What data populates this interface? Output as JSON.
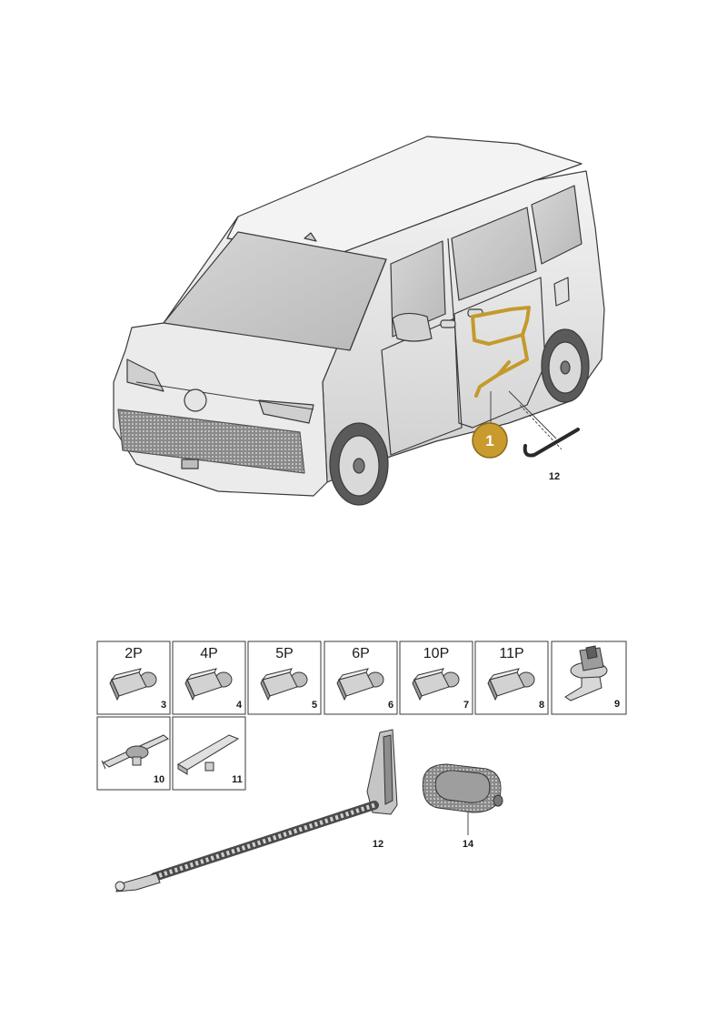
{
  "colors": {
    "harness": "#c49a2c",
    "badge": "#c99a2e",
    "badge_border": "#8a6a1a",
    "body_light": "#f0f0f0",
    "body_mid": "#d8d8d8",
    "body_dark": "#a9a9a9",
    "line": "#3a3a3a"
  },
  "callouts": {
    "main_part": "1",
    "rod_label": "12"
  },
  "connectors": [
    {
      "pins": "2P",
      "number": "3",
      "icon": "connector-2p-icon"
    },
    {
      "pins": "4P",
      "number": "4",
      "icon": "connector-4p-icon"
    },
    {
      "pins": "5P",
      "number": "5",
      "icon": "connector-5p-icon"
    },
    {
      "pins": "6P",
      "number": "6",
      "icon": "connector-6p-icon"
    },
    {
      "pins": "10P",
      "number": "7",
      "icon": "connector-10p-icon"
    },
    {
      "pins": "11P",
      "number": "8",
      "icon": "connector-11p-icon"
    }
  ],
  "clips": [
    {
      "number": "9",
      "icon": "grommet-clip-icon"
    },
    {
      "number": "10",
      "icon": "cable-tie-clip-icon"
    },
    {
      "number": "11",
      "icon": "flat-retainer-clip-icon"
    }
  ],
  "loose_parts": [
    {
      "number": "12",
      "icon": "wire-guide-rail-icon"
    },
    {
      "number": "14",
      "icon": "cover-cap-icon"
    }
  ]
}
